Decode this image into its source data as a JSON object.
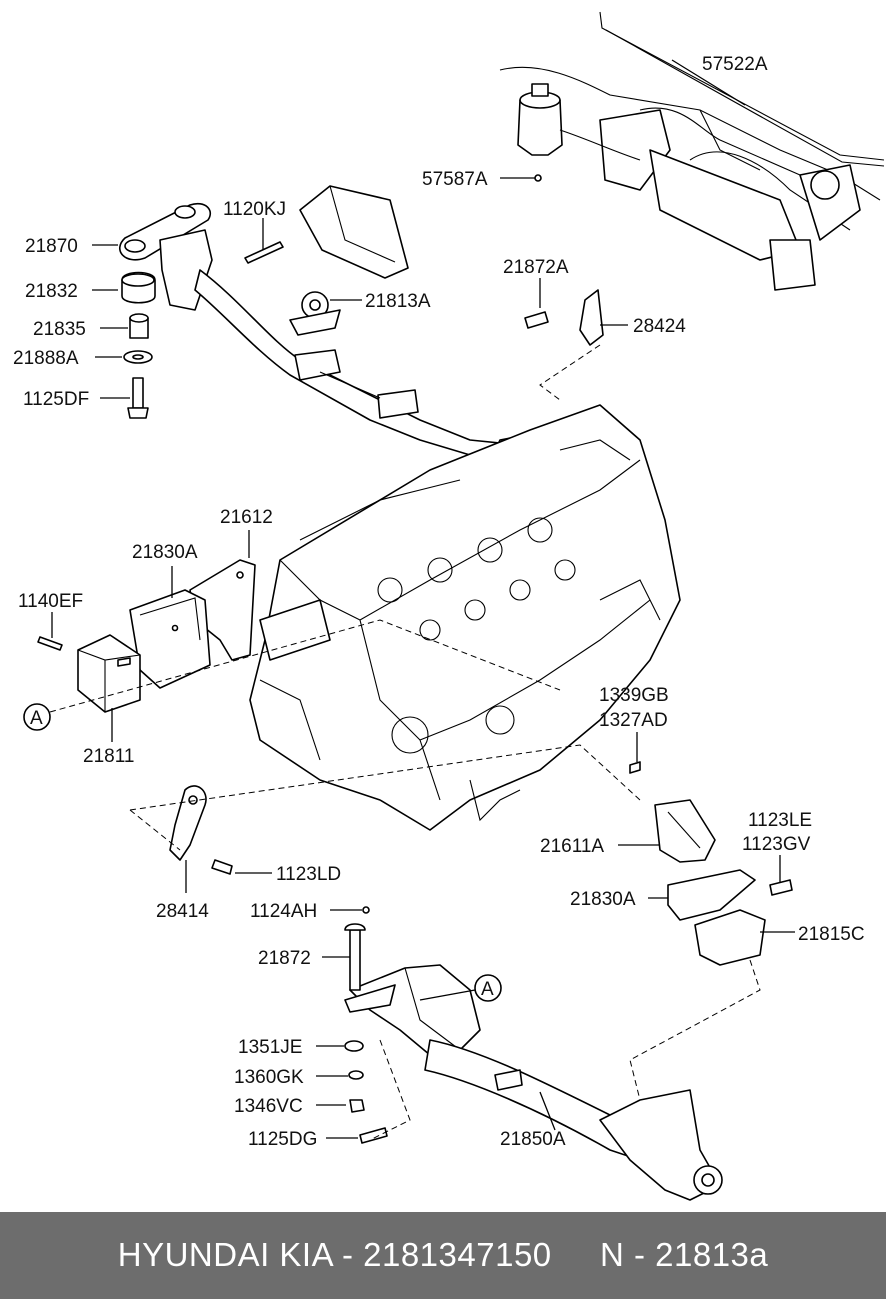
{
  "labels": {
    "l57522A": "57522A",
    "l57587A": "57587A",
    "l1120KJ": "1120KJ",
    "l21870": "21870",
    "l21832": "21832",
    "l21813A": "21813A",
    "l21835": "21835",
    "l21888A": "21888A",
    "l1125DF": "1125DF",
    "l21872A": "21872A",
    "l28424": "28424",
    "l21612": "21612",
    "l21830A_top": "21830A",
    "l1140EF": "1140EF",
    "lA_left": "A",
    "l21811": "21811",
    "l1339GB": "1339GB",
    "l1327AD": "1327AD",
    "l21611A": "21611A",
    "l1123LE": "1123LE",
    "l1123GV": "1123GV",
    "l28414": "28414",
    "l1123LD": "1123LD",
    "l21830A_bot": "21830A",
    "l21815C": "21815C",
    "l1124AH": "1124AH",
    "l21872": "21872",
    "lA_right": "A",
    "l1351JE": "1351JE",
    "l1360GK": "1360GK",
    "l1346VC": "1346VC",
    "l1125DG": "1125DG",
    "l21850A": "21850A"
  },
  "footer": {
    "text": "HYUNDAI KIA - 2181347150     N - 21813a"
  }
}
